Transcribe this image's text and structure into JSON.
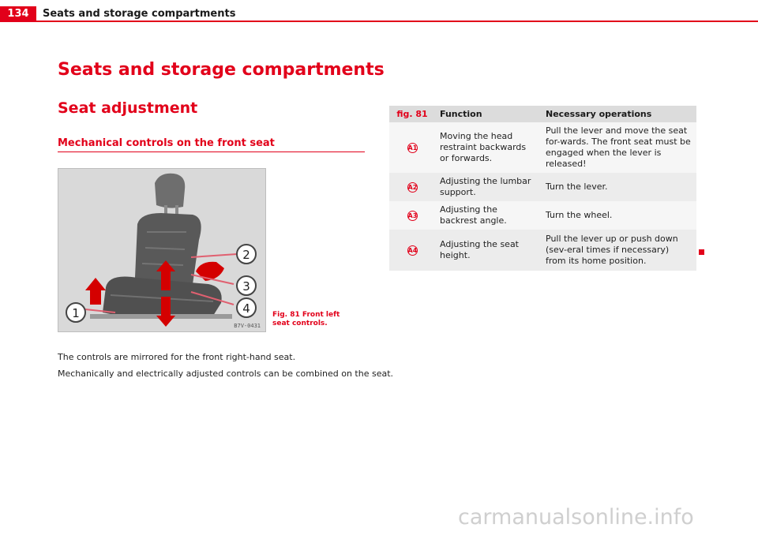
{
  "header": {
    "page_number": "134",
    "title": "Seats and storage compartments"
  },
  "headings": {
    "h1": "Seats and storage compartments",
    "h2": "Seat adjustment",
    "h3": "Mechanical controls on the front seat"
  },
  "figure": {
    "code": "B7V-0431",
    "callouts": [
      "1",
      "2",
      "3",
      "4"
    ],
    "caption": "Fig. 81   Front left seat controls."
  },
  "paragraphs": [
    "The controls are mirrored for the front right-hand seat.",
    "Mechanically and electrically adjusted controls can be combined on the seat."
  ],
  "table": {
    "headers": [
      "fig. 81",
      "Function",
      "Necessary operations"
    ],
    "rows": [
      {
        "num": "A1",
        "function": "Moving the head restraint backwards or forwards.",
        "operation": "Pull the lever and move the seat for-wards. The front seat must be engaged when the lever is released!"
      },
      {
        "num": "A2",
        "function": "Adjusting the lumbar support.",
        "operation": "Turn the lever."
      },
      {
        "num": "A3",
        "function": "Adjusting the backrest angle.",
        "operation": "Turn the wheel."
      },
      {
        "num": "A4",
        "function": "Adjusting the seat height.",
        "operation": "Pull the lever up or push down (sev-eral times if necessary) from its home position."
      }
    ]
  },
  "watermark": "carmanualsonline.info",
  "colors": {
    "accent": "#e2001a"
  }
}
